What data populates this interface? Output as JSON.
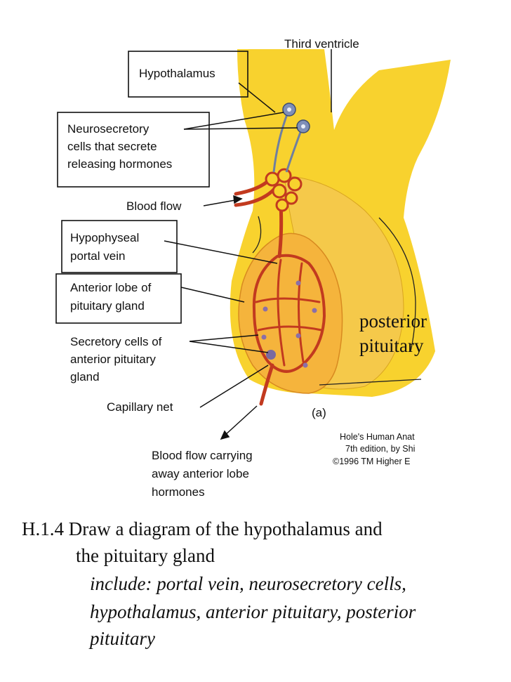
{
  "colors": {
    "tissue_yellow": "#f8d22e",
    "anterior_orange": "#f5b43c",
    "vessel_red": "#c23a1f",
    "cell_purple": "#8a6fa8",
    "label_box_border": "#111111"
  },
  "labels": {
    "third_ventricle": "Third ventricle",
    "hypothalamus": "Hypothalamus",
    "neurosecretory": [
      "Neurosecretory",
      "cells that secrete",
      "releasing hormones"
    ],
    "blood_flow": "Blood flow",
    "hypophyseal": [
      "Hypophyseal",
      "portal vein"
    ],
    "anterior_lobe": [
      "Anterior lobe of",
      "pituitary gland"
    ],
    "secretory": [
      "Secretory cells of",
      "anterior pituitary",
      "gland"
    ],
    "capillary_net": "Capillary net",
    "blood_flow_away": [
      "Blood flow carrying",
      "away anterior lobe",
      "hormones"
    ],
    "figure_letter": "(a)",
    "credit": [
      "Hole's Human Anat",
      "7th edition, by Shi",
      "©1996 TM Higher E"
    ],
    "posterior": [
      "posterior",
      "pituitary"
    ]
  },
  "caption": {
    "line1": "H.1.4 Draw a diagram of the hypothalamus and",
    "line2": "the pituitary gland",
    "include_lines": [
      "include: portal vein, neurosecretory cells,",
      "hypothalamus, anterior pituitary, posterior",
      "pituitary"
    ]
  }
}
